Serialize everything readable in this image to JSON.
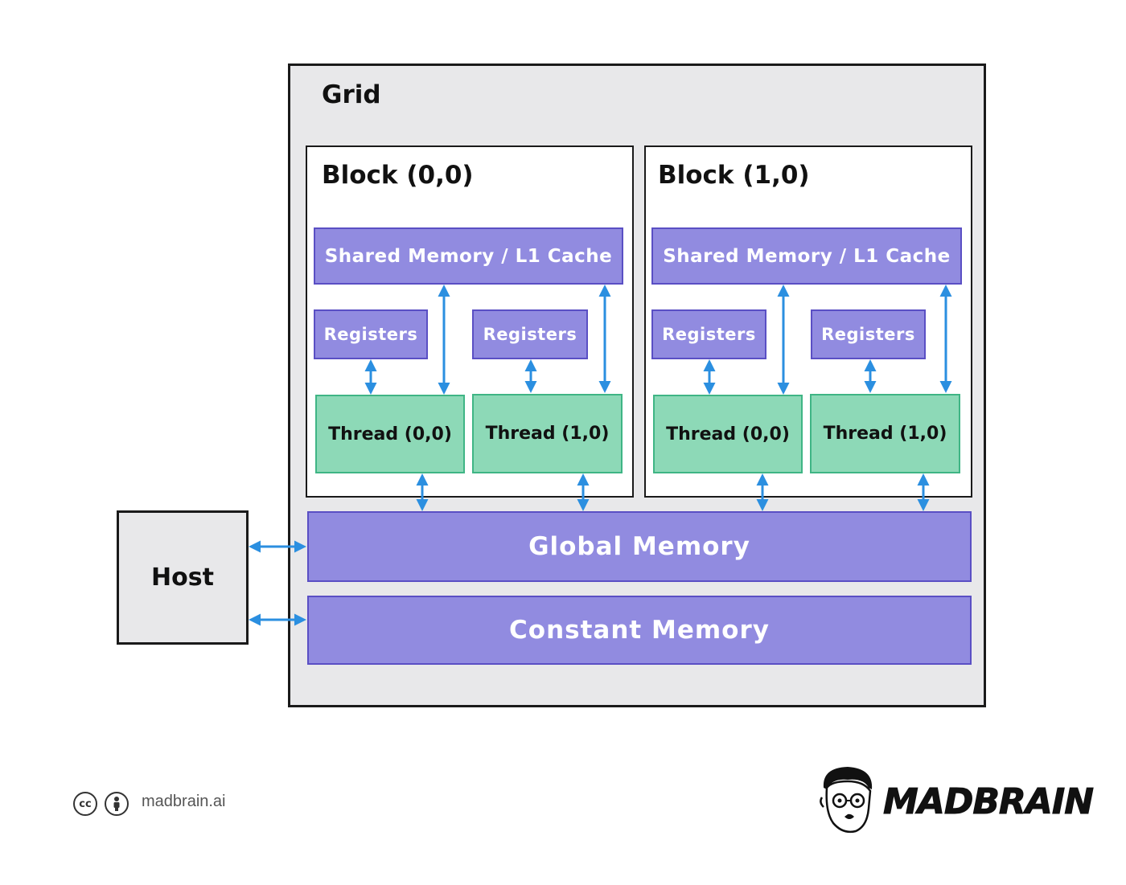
{
  "grid": {
    "title": "Grid"
  },
  "blocks": [
    {
      "title": "Block (0,0)",
      "shared": "Shared Memory / L1 Cache",
      "registers": [
        "Registers",
        "Registers"
      ],
      "threads": [
        "Thread (0,0)",
        "Thread (1,0)"
      ]
    },
    {
      "title": "Block (1,0)",
      "shared": "Shared Memory / L1 Cache",
      "registers": [
        "Registers",
        "Registers"
      ],
      "threads": [
        "Thread (0,0)",
        "Thread (1,0)"
      ]
    }
  ],
  "global_memory": "Global Memory",
  "constant_memory": "Constant Memory",
  "host": "Host",
  "footer": {
    "cc_icon": "cc",
    "by_icon": "person",
    "site": "madbrain.ai",
    "brand": "MADBRAIN"
  },
  "colors": {
    "memory_fill": "#918be0",
    "memory_border": "#5a4fc4",
    "thread_fill": "#8dd9b7",
    "thread_border": "#3fb585",
    "arrow": "#2b8fe0",
    "grid_bg": "#e8e8ea"
  }
}
